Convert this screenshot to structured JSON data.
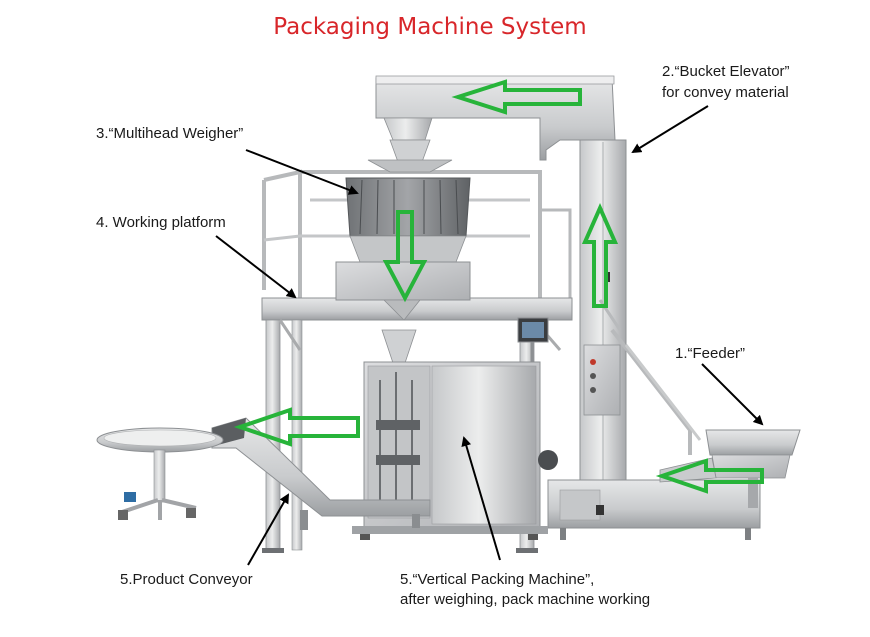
{
  "title": "Packaging Machine System",
  "labels": {
    "feeder": "1.“Feeder”",
    "elevator_line1": "2.“Bucket Elevator”",
    "elevator_line2": "for convey material",
    "weigher": "3.“Multihead Weigher”",
    "platform": "4. Working platform",
    "conveyor": "5.Product Conveyor",
    "packer_line1": "5.“Vertical Packing Machine”,",
    "packer_line2": "after weighing, pack machine working"
  },
  "colors": {
    "title": "#d8262a",
    "flow_arrow": "#27b43a",
    "steel_light": "#d9dadb",
    "steel_mid": "#b4b6b8",
    "steel_dark": "#7d8083",
    "pointer": "#000000"
  },
  "icons": [
    "flow-arrow",
    "pointer-arrow",
    "touch-screen-icon"
  ]
}
